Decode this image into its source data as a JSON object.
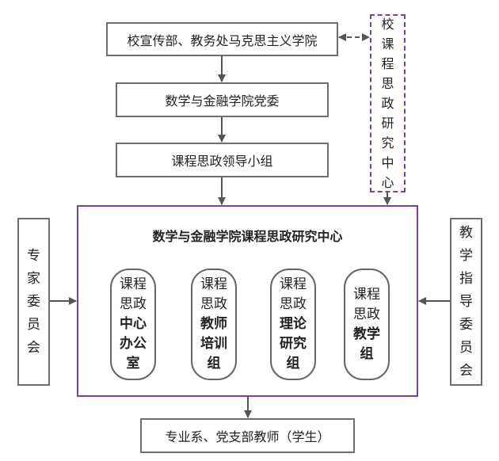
{
  "top_boxes": {
    "propaganda": "校宣传部、教务处马克思主义学院",
    "party_committee": "数学与金融学院党委",
    "leading_group": "课程思政领导小组"
  },
  "school_center": "校课程思政研究中心",
  "main": {
    "title": "数学与金融学院课程思政研究中心",
    "units": [
      {
        "light": "课程思政",
        "bold": "中心办公室"
      },
      {
        "light": "课程思政",
        "bold": "教师培训组"
      },
      {
        "light": "课程思政",
        "bold": "理论研究组"
      },
      {
        "light": "课程思政",
        "bold": "教学组"
      }
    ]
  },
  "expert_committee": "专家委员会",
  "teaching_committee": "教学指导委员会",
  "bottom": "专业系、党支部教师（学生）"
}
